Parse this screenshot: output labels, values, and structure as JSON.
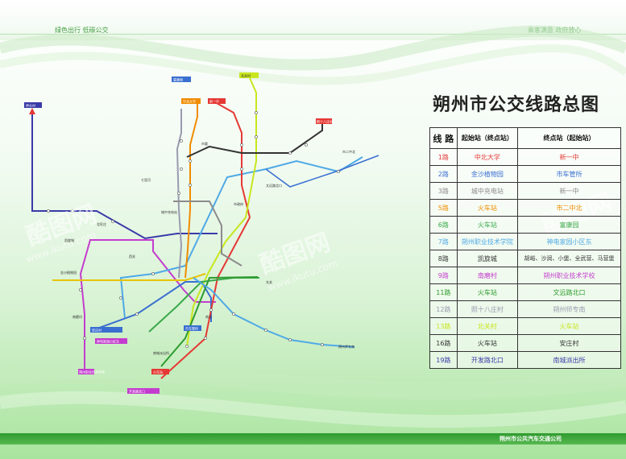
{
  "header": {
    "slogan_left": "绿色出行 低碳公交",
    "slogan_right": "乘客满意 政府放心"
  },
  "title": "朔州市公交线路总图",
  "watermark": {
    "text": "酷图网",
    "url": "www.ikutu.com"
  },
  "table": {
    "headers": [
      "线 路",
      "起始站（终点站）",
      "终点站（起始站）"
    ],
    "rows": [
      {
        "route": "1路",
        "start": "中北大学",
        "end": "新一中",
        "color": "#e53935"
      },
      {
        "route": "2路",
        "start": "金沙植物园",
        "end": "市车管所",
        "color": "#3a6fd1"
      },
      {
        "route": "3路",
        "start": "城中充电站",
        "end": "新一中",
        "color": "#8c8c8c"
      },
      {
        "route": "5路",
        "start": "火车站",
        "end": "市二中北",
        "color": "#f08c00"
      },
      {
        "route": "6路",
        "start": "火车站",
        "end": "富康园",
        "color": "#3aa84a"
      },
      {
        "route": "7路",
        "start": "朔州职业技术学院",
        "end": "神电家园小区东",
        "color": "#4fa9e6"
      },
      {
        "route": "8路",
        "start": "凯旋城",
        "end": "胡峪、沙润、小堡、全武营、马营堡",
        "color": "#333333",
        "multi": true
      },
      {
        "route": "9路",
        "start": "南磨村",
        "end": "朔州职业技术学校",
        "color": "#c43ccf"
      },
      {
        "route": "11路",
        "start": "火车站",
        "end": "文远路北口",
        "color": "#2e9b2e"
      },
      {
        "route": "12路",
        "start": "照十八庄村",
        "end": "朔州师专南",
        "color": "#9a9ab0"
      },
      {
        "route": "13路",
        "start": "北关村",
        "end": "火车站",
        "color": "#c8e61e"
      },
      {
        "route": "16路",
        "start": "火车站",
        "end": "安庄村",
        "color": "#333333"
      },
      {
        "route": "19路",
        "start": "开发路北口",
        "end": "南城派出所",
        "color": "#3a3aa8"
      }
    ]
  },
  "map": {
    "terminals": {
      "t1": "神头村",
      "t2": "富康园",
      "t3": "北关村",
      "t4": "新一中",
      "t5": "中北大学",
      "t6": "照十八庄村",
      "t7": "火车站",
      "t8": "朔州职业技术学院",
      "t9": "开发路北口",
      "t10": "安庄村",
      "t11": "神电家园小区东",
      "t12": "市车管所"
    },
    "labels": {
      "l1": "市委",
      "l2": "市政府",
      "l3": "朔州师专南",
      "l4": "文远路北口",
      "l5": "南城派出所",
      "l6": "金沙植物园",
      "l7": "凯旋城",
      "l8": "南磨村",
      "l9": "城中充电站",
      "l10": "东关",
      "l11": "西关",
      "l12": "北旺庄",
      "l13": "南关",
      "l14": "七里河",
      "l15": "市二中北"
    },
    "colors": {
      "r1": "#e53935",
      "r2": "#3a6fd1",
      "r3": "#8c8c8c",
      "r5": "#f08c00",
      "r6": "#3aa84a",
      "r7": "#4fa9e6",
      "r8": "#333333",
      "r9": "#c43ccf",
      "r11": "#2e9b2e",
      "r12": "#9a9ab0",
      "r13": "#c8e61e",
      "r16": "#555555",
      "r19": "#3a3aa8",
      "r20": "#e6c400"
    }
  },
  "footer": {
    "text": "朔州市公共汽车交通公司"
  }
}
